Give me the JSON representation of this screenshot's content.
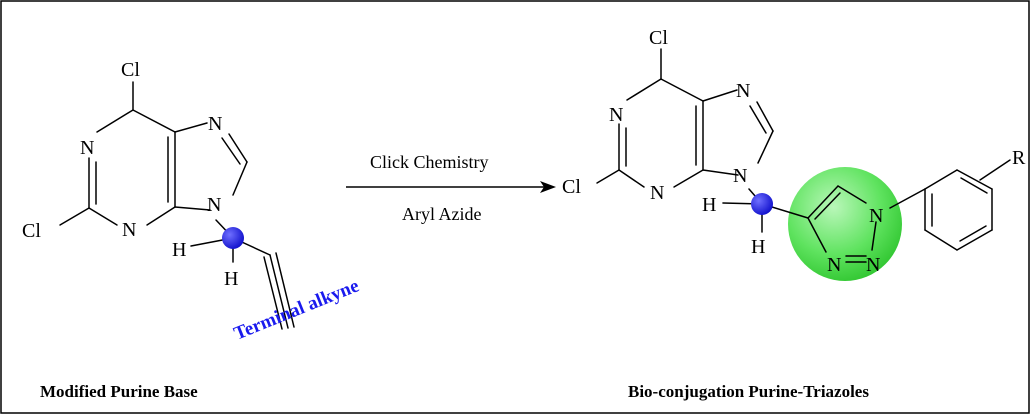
{
  "reagents": {
    "top": "Click Chemistry",
    "bottom": "Aryl Azide"
  },
  "captions": {
    "left": "Modified Purine Base",
    "right": "Bio-conjugation Purine-Triazoles"
  },
  "annotation": {
    "terminal_alkyne": "Terminal alkyne"
  },
  "atoms": {
    "cl": "Cl",
    "n": "N",
    "h": "H",
    "r": "R"
  },
  "colors": {
    "stereocenter": "#1a1aee",
    "triazole_highlight": "#4ee24e",
    "alkyne_label": "#1a1aee",
    "border": "#000000"
  }
}
